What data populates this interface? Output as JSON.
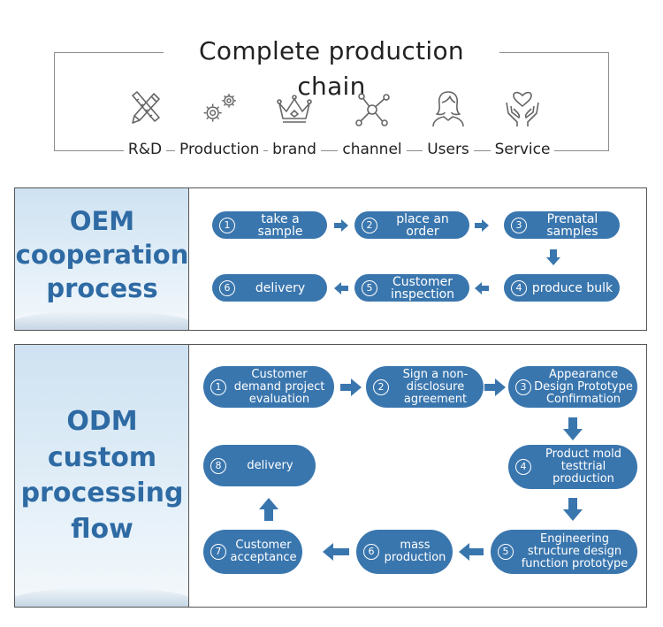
{
  "chain": {
    "title": "Complete production chain",
    "items": [
      {
        "label": "R&D",
        "icon": "pencil-ruler-icon"
      },
      {
        "label": "Production",
        "icon": "gears-icon"
      },
      {
        "label": "brand",
        "icon": "crown-icon"
      },
      {
        "label": "channel",
        "icon": "network-nodes-icon"
      },
      {
        "label": "Users",
        "icon": "user-icon"
      },
      {
        "label": "Service",
        "icon": "heart-hands-icon"
      }
    ]
  },
  "oem": {
    "title": "OEM cooperation process",
    "title_lines": [
      "OEM",
      "cooperation",
      "process"
    ],
    "steps": [
      {
        "num": "1",
        "label": "take a sample"
      },
      {
        "num": "2",
        "label": "place an order"
      },
      {
        "num": "3",
        "label": "Prenatal samples"
      },
      {
        "num": "4",
        "label": "produce bulk"
      },
      {
        "num": "5",
        "label": "Customer inspection"
      },
      {
        "num": "6",
        "label": "delivery"
      }
    ]
  },
  "odm": {
    "title": "ODM custom processing flow",
    "title_lines": [
      "ODM",
      "custom",
      "processing",
      "flow"
    ],
    "steps": [
      {
        "num": "1",
        "label": "Customer demand project evaluation"
      },
      {
        "num": "2",
        "label": "Sign a non-disclosure agreement"
      },
      {
        "num": "3",
        "label": "Appearance Design Prototype Confirmation"
      },
      {
        "num": "4",
        "label": "Product mold testtrial production"
      },
      {
        "num": "5",
        "label": "Engineering structure design function prototype"
      },
      {
        "num": "6",
        "label": "mass production"
      },
      {
        "num": "7",
        "label": "Customer acceptance"
      },
      {
        "num": "8",
        "label": "delivery"
      }
    ]
  },
  "colors": {
    "accent": "#3a76ae",
    "title": "#2e6aa3",
    "icon": "#666666"
  }
}
